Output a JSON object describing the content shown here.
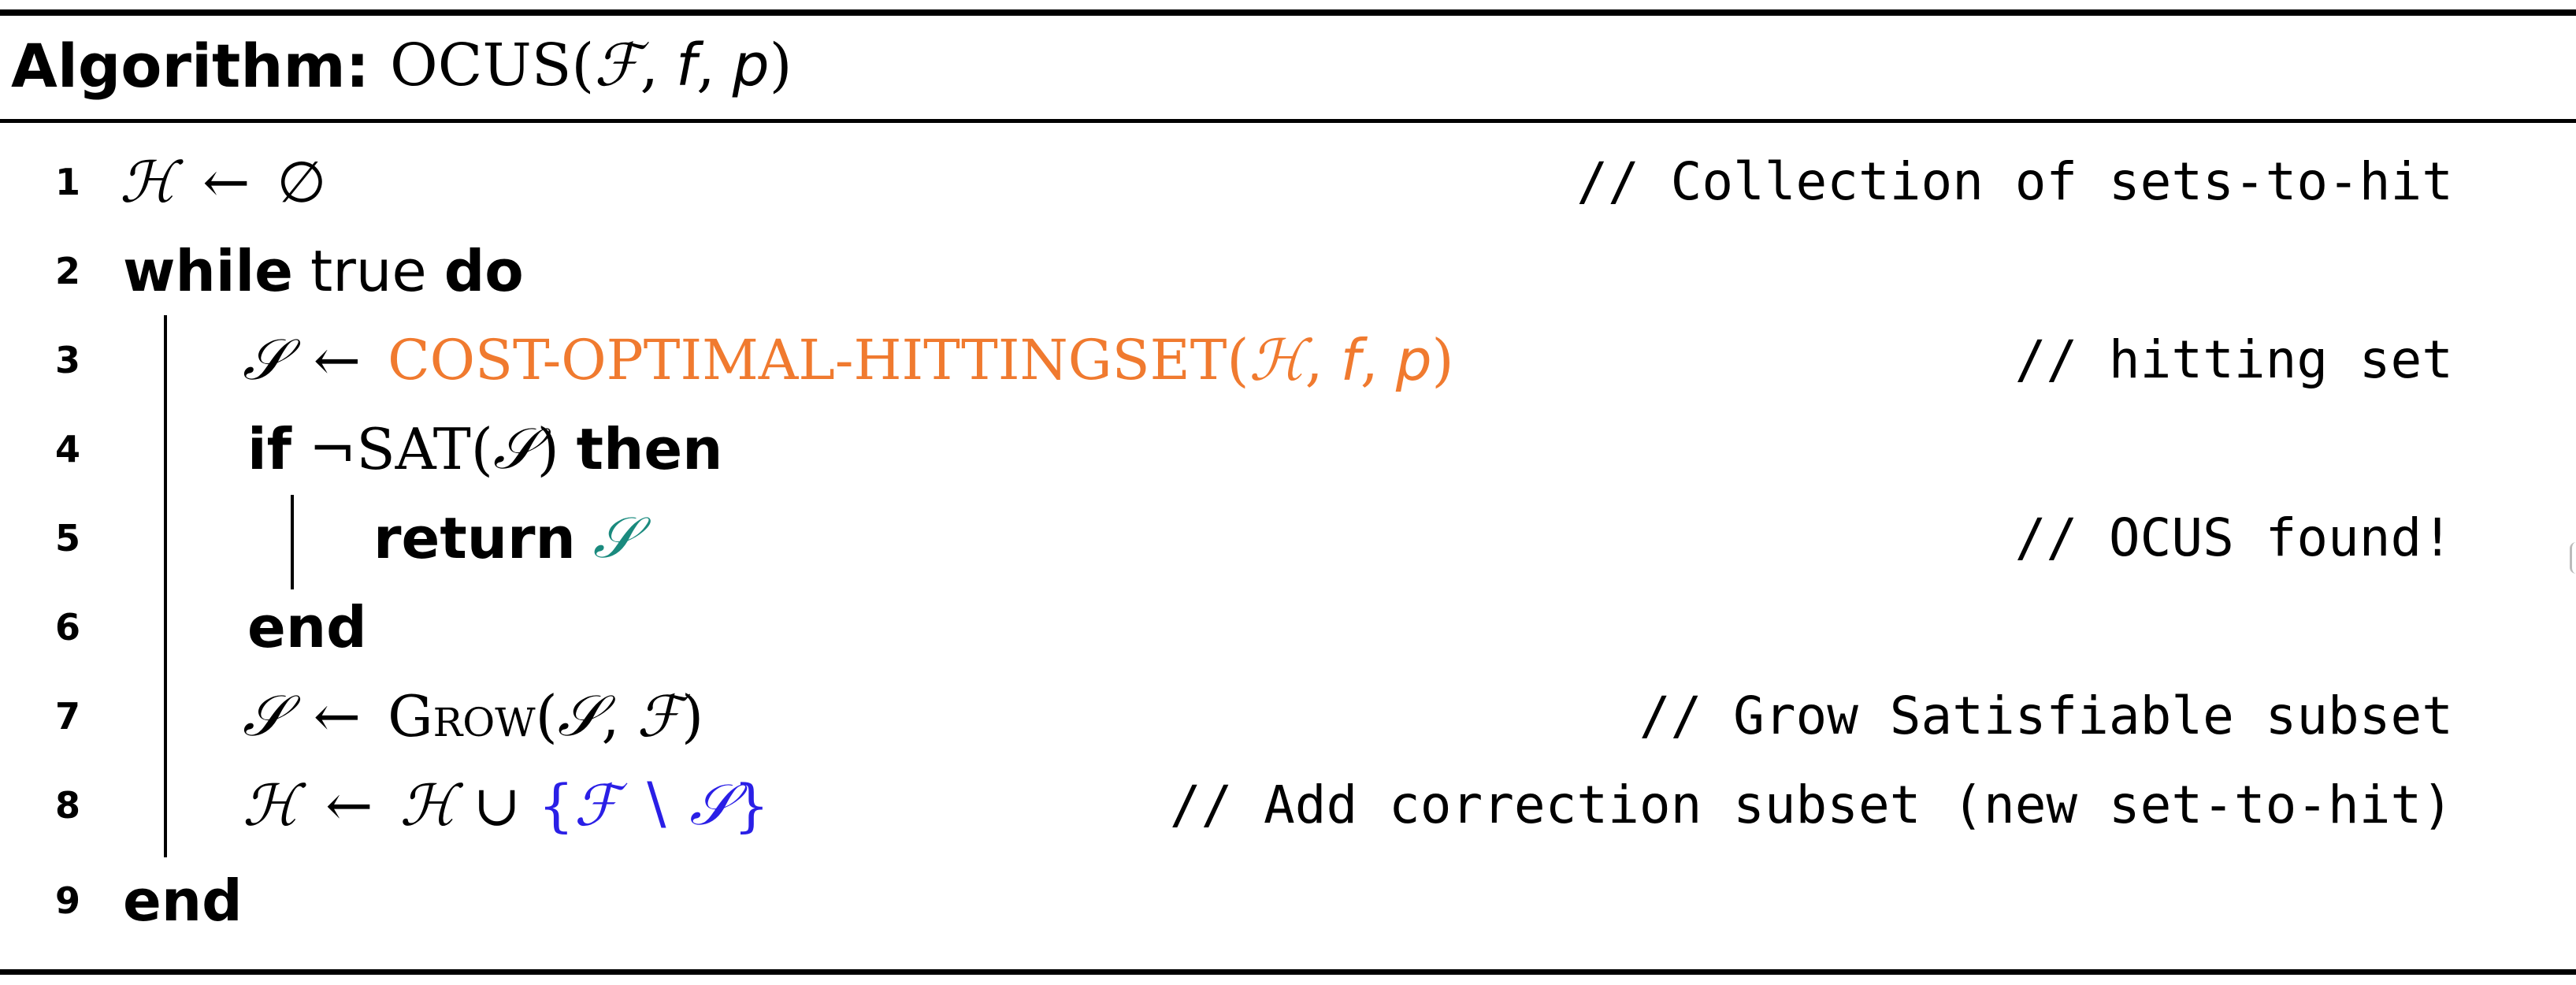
{
  "header": {
    "label": "Algorithm:",
    "name": "OCUS",
    "args_open": "(",
    "arg_F": "ℱ",
    "arg_f": "f",
    "arg_p": "p",
    "args_close": ")",
    "comma": ","
  },
  "lines": [
    {
      "num": "1",
      "comment": "// Collection of sets-to-hit"
    },
    {
      "num": "2",
      "comment": ""
    },
    {
      "num": "3",
      "comment": "// hitting set"
    },
    {
      "num": "4",
      "comment": ""
    },
    {
      "num": "5",
      "comment": "// OCUS found!"
    },
    {
      "num": "6",
      "comment": ""
    },
    {
      "num": "7",
      "comment": "// Grow Satisfiable subset"
    },
    {
      "num": "8",
      "comment": "// Add correction subset (new set-to-hit)"
    },
    {
      "num": "9",
      "comment": ""
    }
  ],
  "symbols": {
    "H": "ℋ",
    "S": "𝒮",
    "F": "ℱ",
    "f": "f",
    "p": "p",
    "arrow": "←",
    "emptyset": "∅",
    "not": "¬",
    "union": "∪",
    "setminus": "∖",
    "lbrace": "{",
    "rbrace": "}",
    "lparen": "(",
    "rparen": ")",
    "comma": ","
  },
  "keywords": {
    "while": "while",
    "true": "true",
    "do": "do",
    "if": "if",
    "then": "then",
    "return": "return",
    "end": "end"
  },
  "functions": {
    "cost_optimal": "COST-OPTIMAL-HITTINGSET",
    "sat": "SAT",
    "grow": "Grow"
  },
  "colors": {
    "cost_optimal": "#f07a2f",
    "ocus_result": "#1a8a7e",
    "correction_set": "#2a1fe6"
  }
}
